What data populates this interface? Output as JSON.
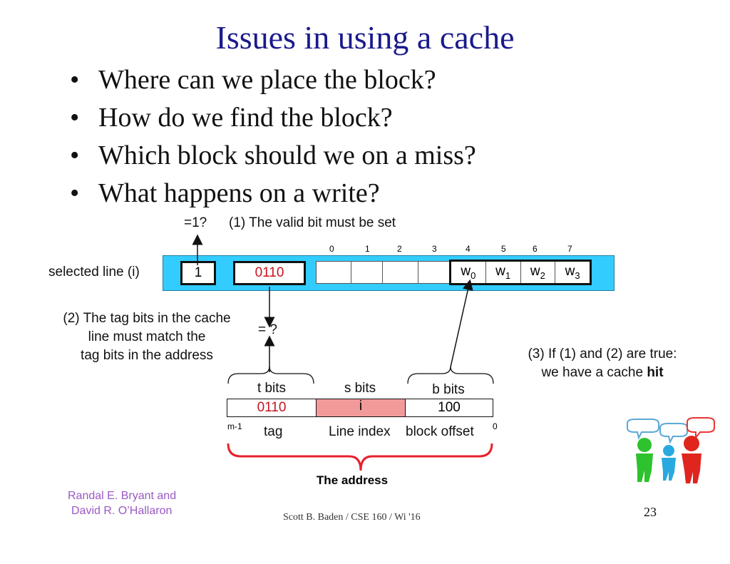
{
  "title": "Issues in using a cache",
  "bullets": [
    "Where can we place the block?",
    "How do we find the block?",
    "Which block should we on a miss?",
    "What happens on a write?"
  ],
  "valid_note": {
    "eq": "=1?",
    "text": "(1) The valid bit must be set"
  },
  "line": {
    "label": "selected line (i)",
    "valid_value": "1",
    "tag_value": "0110",
    "byte_indices": [
      "0",
      "1",
      "2",
      "3",
      "4",
      "5",
      "6",
      "7"
    ],
    "words": [
      {
        "base": "w",
        "sub": "0"
      },
      {
        "base": "w",
        "sub": "1"
      },
      {
        "base": "w",
        "sub": "2"
      },
      {
        "base": "w",
        "sub": "3"
      }
    ]
  },
  "tag_note": {
    "lines": [
      "(2) The tag bits in the cache",
      "line must match the",
      "tag bits in the address"
    ],
    "eq": "= ?"
  },
  "hit_note": {
    "line1": "(3) If (1) and (2) are true:",
    "line2_prefix": "we have a cache ",
    "line2_bold": "hit"
  },
  "address": {
    "fields": [
      {
        "header": "t bits",
        "value": "0110",
        "below": "tag"
      },
      {
        "header": "s bits",
        "value": "i",
        "below": "Line index"
      },
      {
        "header": "b bits",
        "value": "100",
        "below": "block offset"
      }
    ],
    "msb": "m-1",
    "lsb": "0",
    "caption": "The address"
  },
  "credit": [
    "Randal E. Bryant and",
    "David R. O’Hallaron"
  ],
  "footer": "Scott B. Baden / CSE 160 / Wi '16",
  "page_number": "23",
  "colors": {
    "title": "#1a1a8c",
    "note_red": "#c8141e",
    "line_fill": "#33ccff",
    "index_field": "#f29a9a",
    "brace": "#e8202a",
    "credit": "#9b59c4"
  }
}
